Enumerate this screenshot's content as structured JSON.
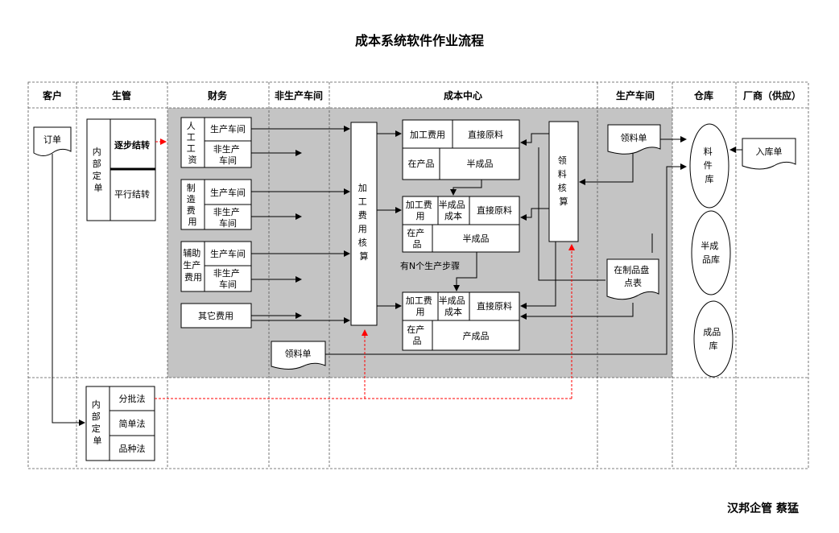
{
  "title": "成本系统软件作业流程",
  "signature": "汉邦企管 蔡猛",
  "colors": {
    "shade": "#c4c4c4",
    "flow_line": "#000000",
    "dashed_flow": "#ff0000",
    "background": "#ffffff"
  },
  "columns": [
    "客户",
    "生管",
    "财务",
    "非生产车间",
    "成本中心",
    "生产车间",
    "仓库",
    "厂商（供应）"
  ],
  "customer": {
    "order": "订单"
  },
  "production_mgmt": {
    "internal_order_top": [
      "内",
      "部",
      "定",
      "单"
    ],
    "step_transfer": "逐步结转",
    "parallel_transfer": "平行结转",
    "internal_order_bottom": [
      "内",
      "部",
      "定",
      "单"
    ],
    "batch_method": "分批法",
    "simple_method": "简单法",
    "variety_method": "品种法"
  },
  "finance": {
    "labor": {
      "label": [
        "人",
        "工",
        "工",
        "资"
      ],
      "prod": "生产车间",
      "nonprod": [
        "非生产",
        "车间"
      ]
    },
    "overhead": {
      "label": [
        "制",
        "造",
        "费",
        "用"
      ],
      "prod": "生产车间",
      "nonprod": [
        "非生产",
        "车间"
      ]
    },
    "aux": {
      "label": [
        "辅助",
        "生产",
        "费用"
      ],
      "prod": "生产车间",
      "nonprod": [
        "非生产",
        "车间"
      ]
    },
    "other": "其它费用"
  },
  "cost_center": {
    "processing_calc": [
      "加",
      "工",
      "费",
      "用",
      "核",
      "算"
    ],
    "material_calc": [
      "领",
      "料",
      "核",
      "算"
    ],
    "material_doc": "领料单",
    "n_steps_note": "有N个生产步骤",
    "stage1": {
      "processing": "加工费用",
      "direct": "直接原料",
      "wip": "在产品",
      "semi": "半成品"
    },
    "stage2": {
      "processing": [
        "加工费",
        "用"
      ],
      "semi_cost": [
        "半成品",
        "成本"
      ],
      "direct": "直接原料",
      "wip": [
        "在产",
        "品"
      ],
      "semi": "半成品"
    },
    "stage3": {
      "processing": [
        "加工费",
        "用"
      ],
      "semi_cost": [
        "半成品",
        "成本"
      ],
      "direct": "直接原料",
      "wip": [
        "在产",
        "品"
      ],
      "product": "产成品"
    }
  },
  "workshop": {
    "material_doc": "领料单",
    "wip_report": [
      "在制品盘",
      "点表"
    ]
  },
  "warehouse": {
    "material": [
      "料",
      "件",
      "库"
    ],
    "semi": [
      "半成",
      "品库"
    ],
    "finished": [
      "成品",
      "库"
    ]
  },
  "supplier": {
    "receipt": "入库单"
  }
}
